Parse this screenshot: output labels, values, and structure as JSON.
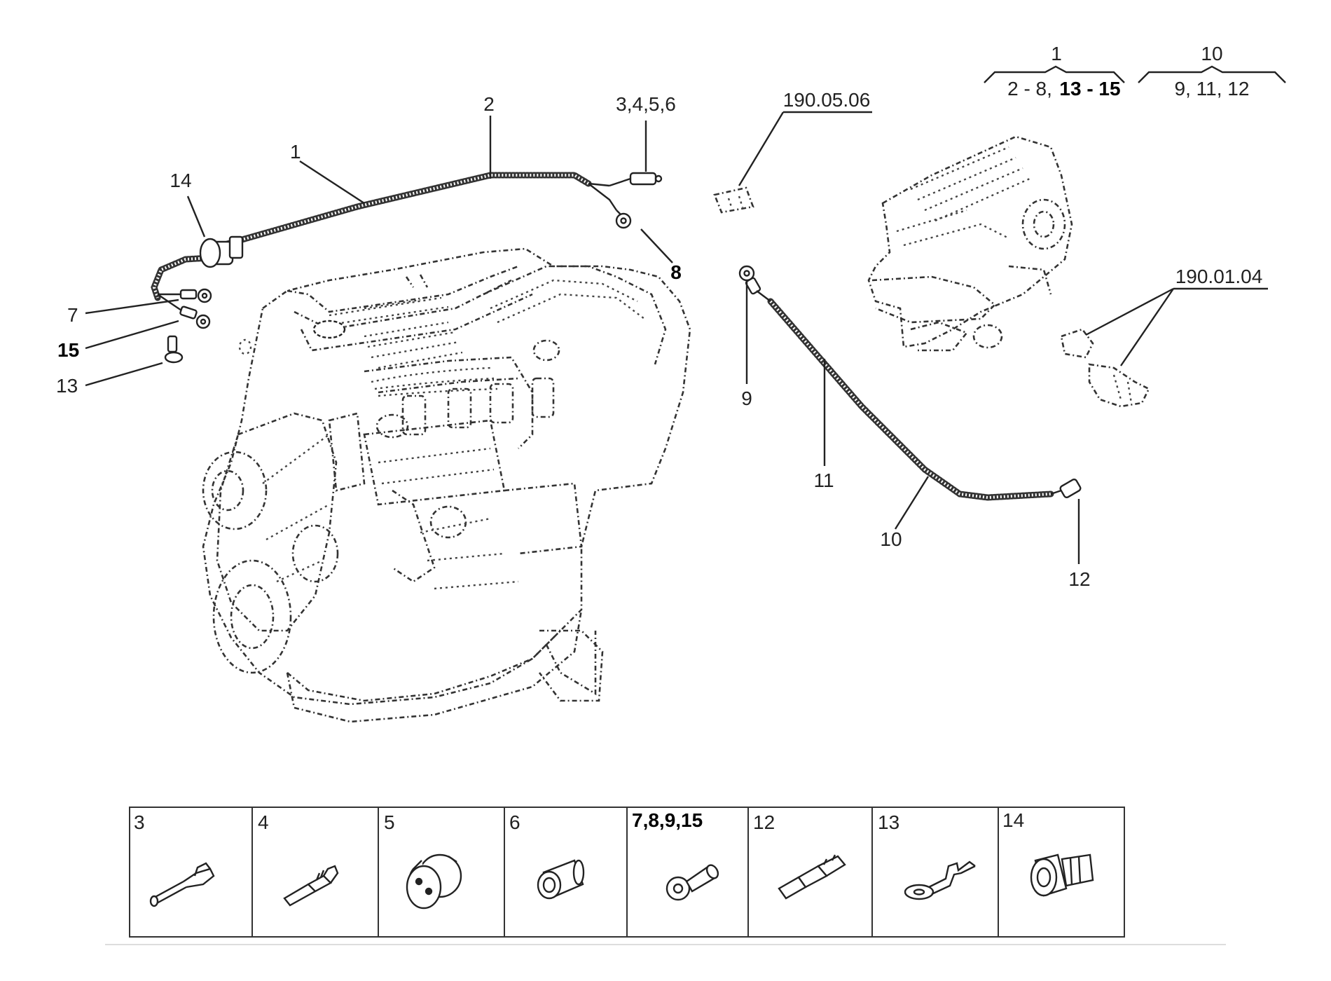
{
  "callouts": {
    "c1": "1",
    "c2": "2",
    "c3456": "3,4,5,6",
    "c8": "8",
    "c14": "14",
    "c7": "7",
    "c15": "15",
    "c13": "13",
    "c9": "9",
    "c11": "11",
    "c10": "10",
    "c12": "12",
    "ref_190_05_06": "190.05.06",
    "ref_190_01_04": "190.01.04"
  },
  "group_legend": {
    "g1_number": "1",
    "g1_range_a": "2 - 8,",
    "g1_range_b": "13 - 15",
    "g10_number": "10",
    "g10_range": "9, 11, 12"
  },
  "parts_table": [
    {
      "label": "3",
      "icon": "pin-terminal-icon"
    },
    {
      "label": "4",
      "icon": "socket-terminal-icon"
    },
    {
      "label": "5",
      "icon": "two-pin-connector-icon"
    },
    {
      "label": "6",
      "icon": "sleeve-icon"
    },
    {
      "label": "7,8,9,15",
      "icon": "ring-terminal-icon"
    },
    {
      "label": "12",
      "icon": "flat-receptacle-icon"
    },
    {
      "label": "13",
      "icon": "ring-tab-terminal-icon"
    },
    {
      "label": "14",
      "icon": "bulkhead-grommet-icon"
    }
  ]
}
